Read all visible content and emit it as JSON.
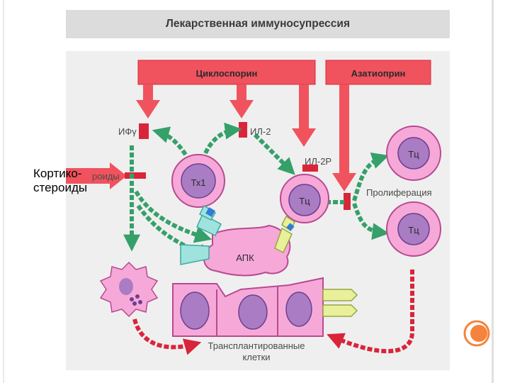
{
  "title": "Лекарственная иммуносупрессия",
  "drugs": {
    "cyclosporine": "Циклоспорин",
    "azathioprine": "Азатиоприн",
    "corticosteroids_overlay": [
      "Кортико-",
      "стероиды"
    ],
    "corticosteroids_underlay_fragment": "роиды"
  },
  "cytokines": {
    "interferon_gamma": "ИФγ",
    "il2": "ИЛ-2",
    "il2_receptor": "ИЛ-2Р"
  },
  "cells": {
    "th1": "Тх1",
    "tc_center": "Тц",
    "tc_top": "Тц",
    "tc_bottom": "Тц",
    "apc": "АПК"
  },
  "labels": {
    "proliferation": "Пролиферация",
    "transplant_cells": [
      "Трансплантированные",
      "клетки"
    ]
  },
  "colors": {
    "drug_red": "#f0535e",
    "drug_red_dark": "#d9253a",
    "arrow_green": "#36a06a",
    "cell_pink": "#f6a9d9",
    "cell_nucleus": "#a97cc4",
    "receptor_yellow": "#e8f09a",
    "panel_gray": "#efefef",
    "accent_orange": "#f5833c"
  }
}
